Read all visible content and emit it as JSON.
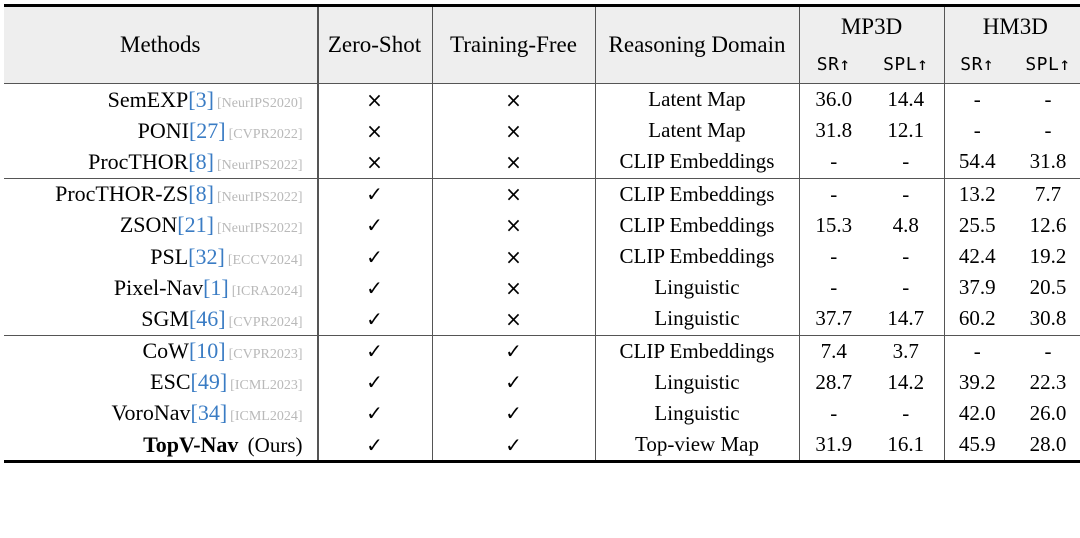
{
  "table": {
    "headers": {
      "methods": "Methods",
      "zero_shot": "Zero-Shot",
      "training_free": "Training-Free",
      "reasoning_domain": "Reasoning Domain",
      "mp3d": "MP3D",
      "hm3d": "HM3D",
      "mp3d_sr": "SR↑",
      "mp3d_spl": "SPL↑",
      "hm3d_sr": "SR↑",
      "hm3d_spl": "SPL↑"
    },
    "marks": {
      "check": "✓",
      "cross": "×",
      "dash": "-"
    },
    "colors": {
      "citation": "#3a7cc4",
      "venue": "#b9b9b9",
      "header_bg": "#eeeeee",
      "rule": "#555555"
    },
    "groups": [
      {
        "rows": [
          {
            "name": "SemEXP",
            "cite": "[3]",
            "venue": "[NeurIPS2020]",
            "bold_name": false,
            "suffix": "",
            "zero_shot": "×",
            "training_free": "×",
            "domain": "Latent Map",
            "mp3d_sr": "36.0",
            "mp3d_spl": "14.4",
            "hm3d_sr": "-",
            "hm3d_spl": "-",
            "bold_values": false
          },
          {
            "name": "PONI",
            "cite": "[27]",
            "venue": "[CVPR2022]",
            "bold_name": false,
            "suffix": "",
            "zero_shot": "×",
            "training_free": "×",
            "domain": "Latent Map",
            "mp3d_sr": "31.8",
            "mp3d_spl": "12.1",
            "hm3d_sr": "-",
            "hm3d_spl": "-",
            "bold_values": false
          },
          {
            "name": "ProcTHOR",
            "cite": "[8]",
            "venue": "[NeurIPS2022]",
            "bold_name": false,
            "suffix": "",
            "zero_shot": "×",
            "training_free": "×",
            "domain": "CLIP Embeddings",
            "mp3d_sr": "-",
            "mp3d_spl": "-",
            "hm3d_sr": "54.4",
            "hm3d_spl": "31.8",
            "bold_values": false
          }
        ]
      },
      {
        "rows": [
          {
            "name": "ProcTHOR-ZS",
            "cite": "[8]",
            "venue": "[NeurIPS2022]",
            "bold_name": false,
            "suffix": "",
            "zero_shot": "✓",
            "training_free": "×",
            "domain": "CLIP Embeddings",
            "mp3d_sr": "-",
            "mp3d_spl": "-",
            "hm3d_sr": "13.2",
            "hm3d_spl": "7.7",
            "bold_values": false
          },
          {
            "name": "ZSON",
            "cite": "[21]",
            "venue": "[NeurIPS2022]",
            "bold_name": false,
            "suffix": "",
            "zero_shot": "✓",
            "training_free": "×",
            "domain": "CLIP Embeddings",
            "mp3d_sr": "15.3",
            "mp3d_spl": "4.8",
            "hm3d_sr": "25.5",
            "hm3d_spl": "12.6",
            "bold_values": false
          },
          {
            "name": "PSL",
            "cite": "[32]",
            "venue": "[ECCV2024]",
            "bold_name": false,
            "suffix": "",
            "zero_shot": "✓",
            "training_free": "×",
            "domain": "CLIP Embeddings",
            "mp3d_sr": "-",
            "mp3d_spl": "-",
            "hm3d_sr": "42.4",
            "hm3d_spl": "19.2",
            "bold_values": false
          },
          {
            "name": "Pixel-Nav",
            "cite": "[1]",
            "venue": "[ICRA2024]",
            "bold_name": false,
            "suffix": "",
            "zero_shot": "✓",
            "training_free": "×",
            "domain": "Linguistic",
            "mp3d_sr": "-",
            "mp3d_spl": "-",
            "hm3d_sr": "37.9",
            "hm3d_spl": "20.5",
            "bold_values": false
          },
          {
            "name": "SGM",
            "cite": "[46]",
            "venue": "[CVPR2024]",
            "bold_name": false,
            "suffix": "",
            "zero_shot": "✓",
            "training_free": "×",
            "domain": "Linguistic",
            "mp3d_sr": "37.7",
            "mp3d_spl": "14.7",
            "hm3d_sr": "60.2",
            "hm3d_spl": "30.8",
            "bold_values": false
          }
        ]
      },
      {
        "rows": [
          {
            "name": "CoW",
            "cite": "[10]",
            "venue": "[CVPR2023]",
            "bold_name": false,
            "suffix": "",
            "zero_shot": "✓",
            "training_free": "✓",
            "domain": "CLIP Embeddings",
            "mp3d_sr": "7.4",
            "mp3d_spl": "3.7",
            "hm3d_sr": "-",
            "hm3d_spl": "-",
            "bold_values": false
          },
          {
            "name": "ESC",
            "cite": "[49]",
            "venue": "[ICML2023]",
            "bold_name": false,
            "suffix": "",
            "zero_shot": "✓",
            "training_free": "✓",
            "domain": "Linguistic",
            "mp3d_sr": "28.7",
            "mp3d_spl": "14.2",
            "hm3d_sr": "39.2",
            "hm3d_spl": "22.3",
            "bold_values": false
          },
          {
            "name": "VoroNav",
            "cite": "[34]",
            "venue": "[ICML2024]",
            "bold_name": false,
            "suffix": "",
            "zero_shot": "✓",
            "training_free": "✓",
            "domain": "Linguistic",
            "mp3d_sr": "-",
            "mp3d_spl": "-",
            "hm3d_sr": "42.0",
            "hm3d_spl": "26.0",
            "bold_values": false
          },
          {
            "name": "TopV-Nav",
            "cite": "",
            "venue": "",
            "bold_name": true,
            "suffix": "(Ours)",
            "zero_shot": "✓",
            "training_free": "✓",
            "domain": "Top-view Map",
            "mp3d_sr": "31.9",
            "mp3d_spl": "16.1",
            "hm3d_sr": "45.9",
            "hm3d_spl": "28.0",
            "bold_values": true
          }
        ]
      }
    ]
  }
}
